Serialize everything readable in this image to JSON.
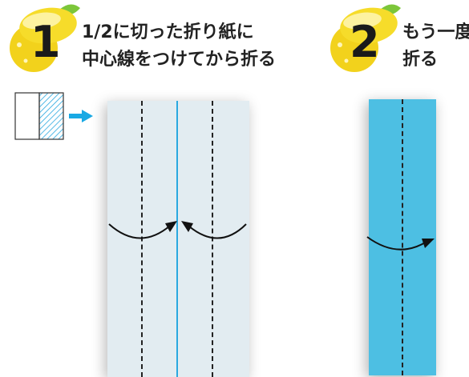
{
  "steps": [
    {
      "number": "1",
      "lines": [
        "1/2に切った折り紙に",
        "中心線をつけてから折る"
      ]
    },
    {
      "number": "2",
      "lines": [
        "もう一度",
        "折る"
      ]
    }
  ],
  "colors": {
    "lemon": "#f4d81e",
    "lemon_highlight": "#fdf2a0",
    "paper_light": "#e2ecf1",
    "paper_blue": "#4dbfe3",
    "center_line": "#29a8e0",
    "arrow_blue": "#19a9e4",
    "diagram_hatch": "#29a8e0"
  }
}
